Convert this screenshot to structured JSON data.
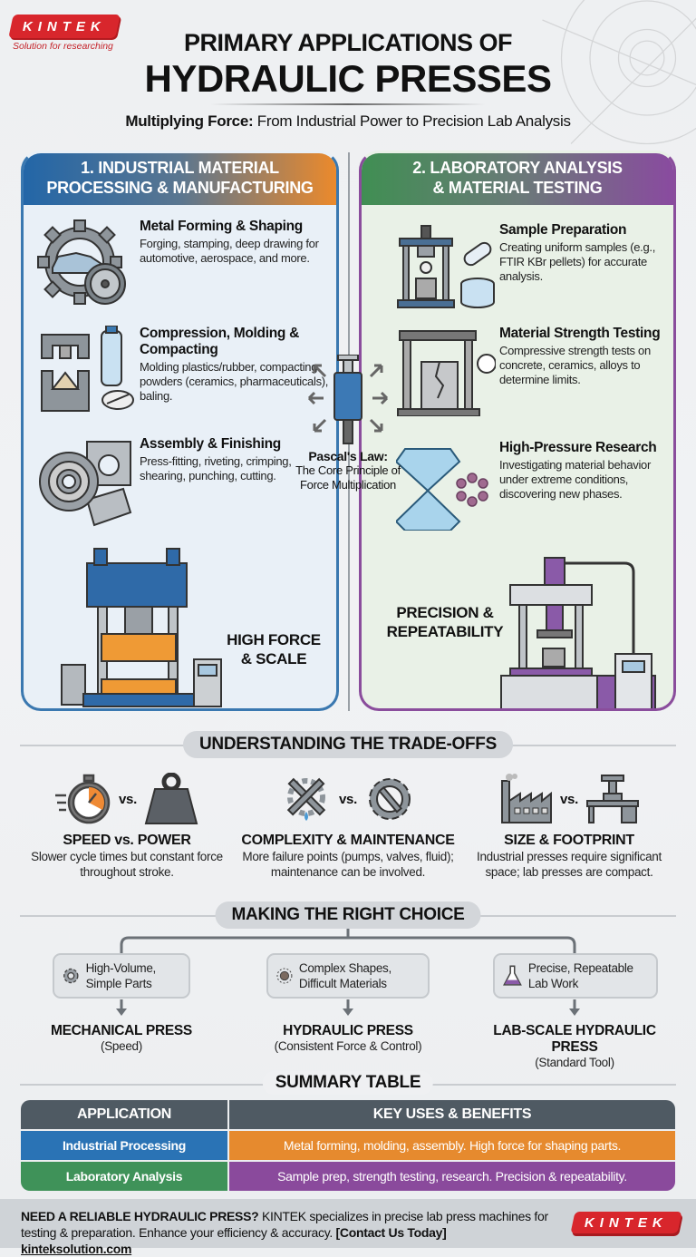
{
  "brand": {
    "name": "KINTEK",
    "tagline": "Solution for researching",
    "color": "#d8262c"
  },
  "header": {
    "title_line1": "PRIMARY APPLICATIONS OF",
    "title_line2": "HYDRAULIC PRESSES",
    "subtitle_bold": "Multiplying Force:",
    "subtitle_rest": " From Industrial Power to Precision Lab Analysis"
  },
  "industrial": {
    "heading_line1": "1. INDUSTRIAL MATERIAL",
    "heading_line2": "PROCESSING & MANUFACTURING",
    "colors": {
      "start": "#2266a8",
      "end": "#ee8a2a"
    },
    "items": [
      {
        "title": "Metal Forming & Shaping",
        "desc": "Forging, stamping, deep drawing for automotive, aerospace, and more.",
        "icon": "gear-car-turbine-icon"
      },
      {
        "title": "Compression, Molding & Compacting",
        "desc": "Molding plastics/rubber, compacting powders (ceramics, pharmaceuticals), baling.",
        "icon": "mold-bottle-pill-icon"
      },
      {
        "title": "Assembly & Finishing",
        "desc": "Press-fitting, riveting, crimping, shearing, punching, cutting.",
        "icon": "bearing-plate-icon"
      }
    ],
    "feature_line1": "HIGH FORCE",
    "feature_line2": "& SCALE"
  },
  "laboratory": {
    "heading_line1": "2. LABORATORY ANALYSIS",
    "heading_line2": "& MATERIAL TESTING",
    "colors": {
      "start": "#3f8f52",
      "end": "#8a4aa0"
    },
    "items": [
      {
        "title": "Sample Preparation",
        "desc": "Creating uniform samples (e.g., FTIR KBr pellets) for accurate analysis.",
        "icon": "lab-press-pellet-icon"
      },
      {
        "title": "Material Strength Testing",
        "desc": "Compressive strength tests on concrete, ceramics, alloys to determine limits.",
        "icon": "strength-test-gauge-icon"
      },
      {
        "title": "High-Pressure Research",
        "desc": "Investigating material behavior under extreme conditions, discovering new phases.",
        "icon": "diamond-anvil-molecule-icon"
      }
    ],
    "feature_line1": "PRECISION &",
    "feature_line2": "REPEATABILITY"
  },
  "pascal": {
    "title": "Pascal's Law:",
    "desc": "The Core Principle of Force Multiplication"
  },
  "tradeoffs": {
    "heading": "UNDERSTANDING THE TRADE-OFFS",
    "vs": "vs.",
    "items": [
      {
        "title": "SPEED vs. POWER",
        "desc": "Slower cycle times but constant force throughout stroke.",
        "icons": [
          "stopwatch-icon",
          "weight-icon"
        ]
      },
      {
        "title": "COMPLEXITY & MAINTENANCE",
        "desc": "More failure points (pumps, valves, fluid); maintenance can be involved.",
        "icons": [
          "tools-leak-icon",
          "gear-wrench-icon"
        ]
      },
      {
        "title": "SIZE & FOOTPRINT",
        "desc": "Industrial presses require significant space; lab presses are compact.",
        "icons": [
          "factory-icon",
          "bench-press-icon"
        ]
      }
    ]
  },
  "choice": {
    "heading": "MAKING THE RIGHT CHOICE",
    "items": [
      {
        "need": "High-Volume, Simple Parts",
        "result": "MECHANICAL PRESS",
        "note": "(Speed)",
        "icon": "gear-icon"
      },
      {
        "need": "Complex Shapes, Difficult Materials",
        "result": "HYDRAULIC PRESS",
        "note": "(Consistent Force & Control)",
        "icon": "complex-part-icon"
      },
      {
        "need": "Precise, Repeatable Lab Work",
        "result": "LAB-SCALE HYDRAULIC PRESS",
        "note": "(Standard Tool)",
        "icon": "flask-icon"
      }
    ]
  },
  "summary": {
    "heading": "SUMMARY TABLE",
    "columns": [
      "APPLICATION",
      "KEY USES & BENEFITS"
    ],
    "rows": [
      {
        "application": "Industrial Processing",
        "uses": "Metal forming, molding, assembly. High force for shaping parts."
      },
      {
        "application": "Laboratory Analysis",
        "uses": "Sample prep, strength testing, research. Precision & repeatability."
      }
    ]
  },
  "footer": {
    "lead": "NEED A RELIABLE HYDRAULIC PRESS?",
    "body": " KINTEK specializes in precise lab press machines for testing & preparation. Enhance your efficiency & accuracy. ",
    "cta": "[Contact Us Today]",
    "url": "kinteksolution.com"
  }
}
